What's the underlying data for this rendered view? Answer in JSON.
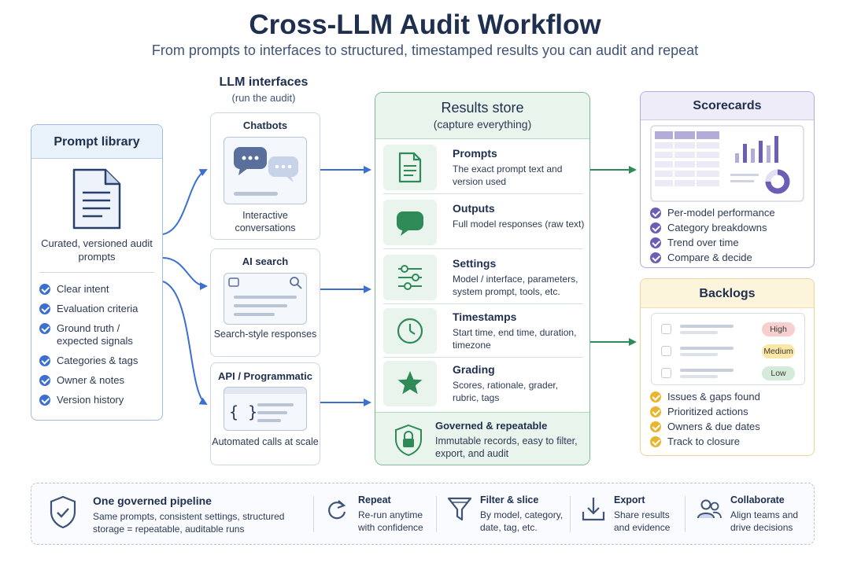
{
  "title": "Cross-LLM Audit Workflow",
  "subtitle": "From prompts to interfaces to structured, timestamped results you can audit and repeat",
  "prompt_library": {
    "title": "Prompt library",
    "icon": "document-icon",
    "caption": "Curated, versioned audit prompts",
    "items": [
      "Clear intent",
      "Evaluation criteria",
      "Ground truth / expected signals",
      "Categories & tags",
      "Owner & notes",
      "Version history"
    ]
  },
  "llm_interfaces": {
    "heading": "LLM interfaces",
    "subheading": "(run the audit)",
    "cards": [
      {
        "name": "Chatbots",
        "icon": "chat-bubbles-icon",
        "desc": "Interactive conversations"
      },
      {
        "name": "AI search",
        "icon": "search-window-icon",
        "desc": "Search-style responses"
      },
      {
        "name": "API / Programmatic",
        "icon": "code-braces-icon",
        "desc": "Automated calls at scale"
      }
    ]
  },
  "results_store": {
    "title": "Results store",
    "subtitle": "(capture everything)",
    "rows": [
      {
        "title": "Prompts",
        "desc": "The exact prompt text and version used",
        "icon": "document-icon"
      },
      {
        "title": "Outputs",
        "desc": "Full model responses (raw text)",
        "icon": "speech-bubble-icon"
      },
      {
        "title": "Settings",
        "desc": "Model / interface, parameters, system prompt, tools, etc.",
        "icon": "sliders-icon"
      },
      {
        "title": "Timestamps",
        "desc": "Start time, end time, duration, timezone",
        "icon": "clock-icon"
      },
      {
        "title": "Grading",
        "desc": "Scores, rationale, grader, rubric, tags",
        "icon": "star-icon"
      }
    ],
    "governed": {
      "title": "Governed & repeatable",
      "desc": "Immutable records, easy to filter, export, and audit",
      "icon": "lock-icon"
    }
  },
  "scorecards": {
    "title": "Scorecards",
    "items": [
      "Per-model performance",
      "Category breakdowns",
      "Trend over time",
      "Compare & decide"
    ]
  },
  "backlogs": {
    "title": "Backlogs",
    "priorities": [
      {
        "label": "High",
        "color": "#f7cfcf"
      },
      {
        "label": "Medium",
        "color": "#fbe7a6"
      },
      {
        "label": "Low",
        "color": "#d5ead8"
      }
    ],
    "items": [
      "Issues & gaps found",
      "Prioritized actions",
      "Owners & due dates",
      "Track to closure"
    ]
  },
  "bottom": [
    {
      "title": "One governed pipeline",
      "desc": "Same prompts, consistent settings, structured storage = repeatable, auditable runs",
      "icon": "shield-check-icon"
    },
    {
      "title": "Repeat",
      "desc": "Re-run anytime with confidence",
      "icon": "refresh-icon"
    },
    {
      "title": "Filter & slice",
      "desc": "By model, category, date, tag, etc.",
      "icon": "filter-icon"
    },
    {
      "title": "Export",
      "desc": "Share results and evidence",
      "icon": "download-icon"
    },
    {
      "title": "Collaborate",
      "desc": "Align teams and drive decisions",
      "icon": "people-icon"
    }
  ],
  "colors": {
    "blue": "#3b6fd0",
    "green": "#2e8b57",
    "purple": "#6b5fb5",
    "amber": "#e9b52f"
  }
}
